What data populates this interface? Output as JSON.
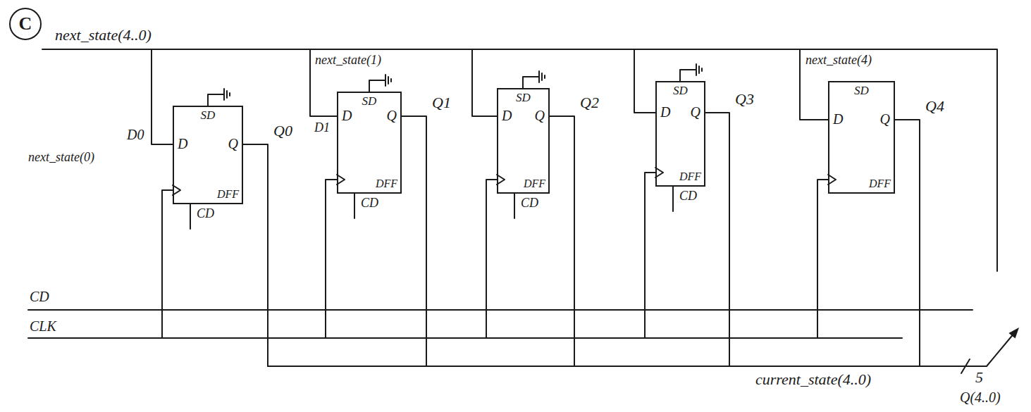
{
  "diagram": {
    "nodes": [
      {
        "text": [
          "SD",
          "D",
          "Q",
          "DFF",
          "CD"
        ]
      },
      {
        "text": [
          "SD",
          "D",
          "Q",
          "DFF",
          "CD"
        ]
      },
      {
        "text": [
          "SD",
          "D",
          "Q",
          "DFF",
          "CD"
        ]
      },
      {
        "text": [
          "SD",
          "D",
          "Q",
          "DFF",
          "CD"
        ]
      },
      {
        "text": [
          "SD",
          "D",
          "Q",
          "DFF"
        ]
      }
    ],
    "labels": [
      "C",
      "next_state(4..0)",
      "next_state(1)",
      "next_state(4)",
      "D0",
      "next_state(0)",
      "D1",
      "Q0",
      "Q1",
      "Q2",
      "Q3",
      "Q4",
      "CD",
      "CLK",
      "current_state(4..0)",
      "5",
      "Q(4..0)"
    ]
  }
}
